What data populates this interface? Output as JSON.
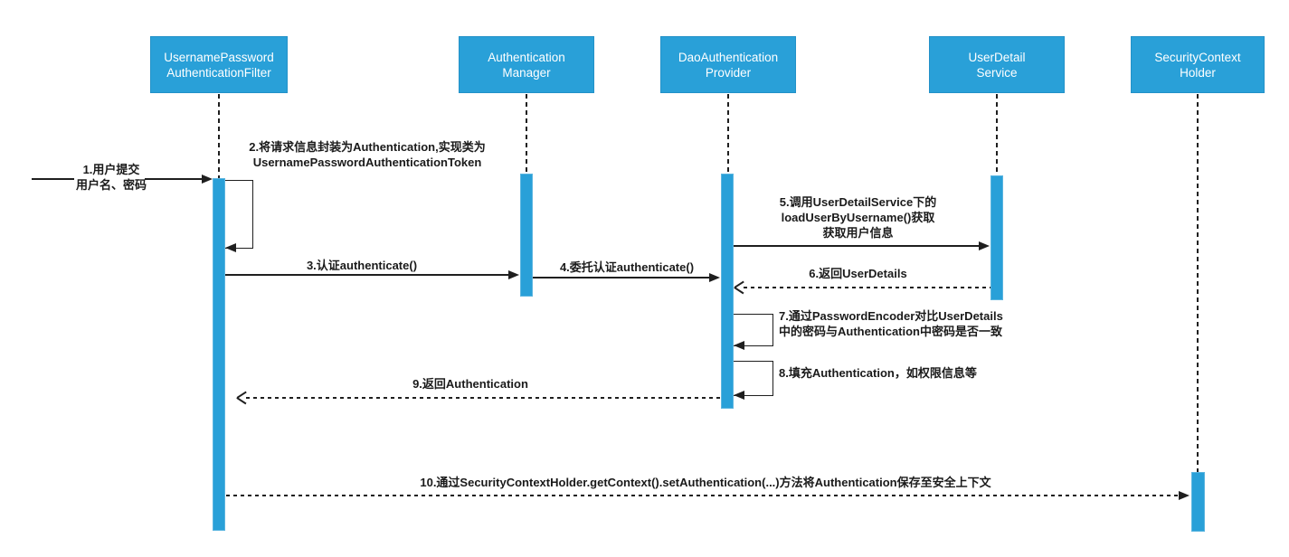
{
  "diagram_type": "uml-sequence-diagram",
  "colors": {
    "actor_fill": "#29A0D8",
    "actor_border": "#2391C8",
    "actor_text": "#FFFFFF",
    "line": "#1F1F1F",
    "background": "#FFFFFF"
  },
  "actors": [
    {
      "id": "username-password-authentication-filter",
      "label": "UsernamePassword\nAuthenticationFilter"
    },
    {
      "id": "authentication-manager",
      "label": "Authentication\nManager"
    },
    {
      "id": "dao-authentication-provider",
      "label": "DaoAuthentication\nProvider"
    },
    {
      "id": "user-detail-service",
      "label": "UserDetail\nService"
    },
    {
      "id": "security-context-holder",
      "label": "SecurityContext\nHolder"
    }
  ],
  "messages": [
    {
      "id": 1,
      "label": "1.用户提交\n用户名、密码",
      "from": "user",
      "to": "username-password-authentication-filter",
      "type": "solid-arrow"
    },
    {
      "id": 2,
      "label": "2.将请求信息封装为Authentication,实现类为\nUsernamePasswordAuthenticationToken",
      "from": "username-password-authentication-filter",
      "to": "username-password-authentication-filter",
      "type": "self-message"
    },
    {
      "id": 3,
      "label": "3.认证authenticate()",
      "from": "username-password-authentication-filter",
      "to": "authentication-manager",
      "type": "solid-arrow"
    },
    {
      "id": 4,
      "label": "4.委托认证authenticate()",
      "from": "authentication-manager",
      "to": "dao-authentication-provider",
      "type": "solid-arrow"
    },
    {
      "id": 5,
      "label": "5.调用UserDetailService下的\nloadUserByUsername()获取\n获取用户信息",
      "from": "dao-authentication-provider",
      "to": "user-detail-service",
      "type": "solid-arrow"
    },
    {
      "id": 6,
      "label": "6.返回UserDetails",
      "from": "user-detail-service",
      "to": "dao-authentication-provider",
      "type": "dashed-return"
    },
    {
      "id": 7,
      "label": "7.通过PasswordEncoder对比UserDetails\n中的密码与Authentication中密码是否一致",
      "from": "dao-authentication-provider",
      "to": "dao-authentication-provider",
      "type": "self-message"
    },
    {
      "id": 8,
      "label": "8.填充Authentication，如权限信息等",
      "from": "dao-authentication-provider",
      "to": "dao-authentication-provider",
      "type": "self-message"
    },
    {
      "id": 9,
      "label": "9.返回Authentication",
      "from": "dao-authentication-provider",
      "to": "username-password-authentication-filter",
      "type": "dashed-return"
    },
    {
      "id": 10,
      "label": "10.通过SecurityContextHolder.getContext().setAuthentication(...)方法将Authentication保存至安全上下文",
      "from": "username-password-authentication-filter",
      "to": "security-context-holder",
      "type": "dashed-arrow"
    }
  ]
}
